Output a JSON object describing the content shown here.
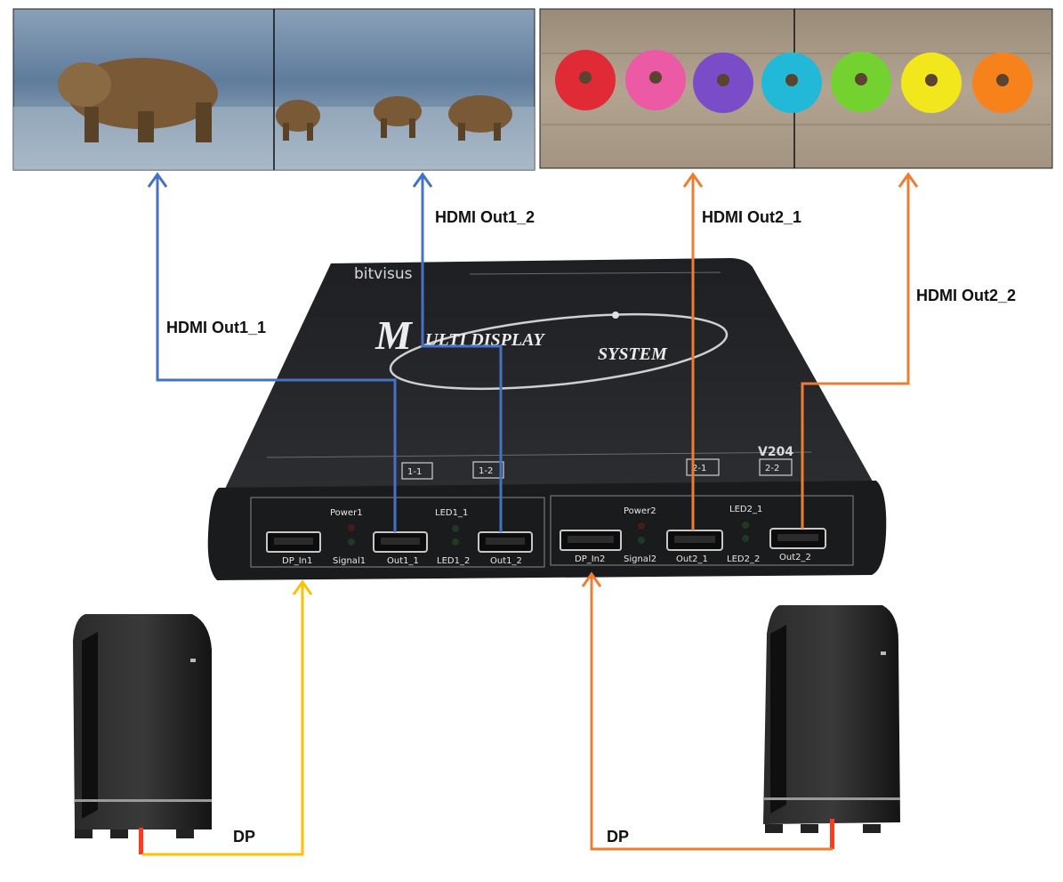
{
  "device": {
    "brand": "bitvisus",
    "logo_line1": "ULTI DISPLAY",
    "logo_initial": "M",
    "logo_line2": "SYSTEM",
    "model": "V204",
    "buttons": [
      "1-1",
      "1-2",
      "2-1",
      "2-2"
    ],
    "ports": {
      "power1": "Power1",
      "signal1": "Signal1",
      "dp_in1": "DP_In1",
      "out1_1": "Out1_1",
      "led1_1": "LED1_1",
      "led1_2": "LED1_2",
      "out1_2": "Out1_2",
      "power2": "Power2",
      "signal2": "Signal2",
      "dp_in2": "DP_In2",
      "out2_1": "Out2_1",
      "led2_1": "LED2_1",
      "led2_2": "LED2_2",
      "out2_2": "Out2_2"
    }
  },
  "connections": {
    "hdmi_out1_1": "HDMI Out1_1",
    "hdmi_out1_2": "HDMI Out1_2",
    "hdmi_out2_1": "HDMI Out2_1",
    "hdmi_out2_2": "HDMI Out2_2",
    "dp_left": "DP",
    "dp_right": "DP"
  },
  "colors": {
    "blue_line": "#4472c4",
    "orange_line": "#ed7d31",
    "yellow_line": "#ffc000",
    "device_body": "#2a2b2e"
  },
  "icons": {
    "display_left": "bear-video-wall",
    "display_right": "donut-video-wall",
    "pc_left": "tower-pc",
    "pc_right": "tower-pc"
  }
}
